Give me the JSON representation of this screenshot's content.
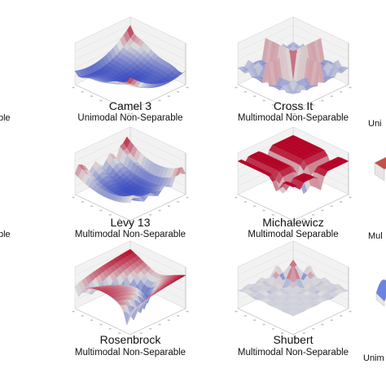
{
  "cells": [
    {
      "title": "Camel 3",
      "subtitle": "Unimodal Non-Separable",
      "surface": "camel3"
    },
    {
      "title": "Cross It",
      "subtitle": "Multimodal Non-Separable",
      "surface": "crossit"
    },
    {
      "title": "Levy 13",
      "subtitle": "Multimodal Non-Separable",
      "surface": "levy13"
    },
    {
      "title": "Michalewicz",
      "subtitle": "Multimodal Separable",
      "surface": "michalewicz"
    },
    {
      "title": "Rosenbrock",
      "subtitle": "Multimodal Non-Separable",
      "surface": "rosenbrock"
    },
    {
      "title": "Shubert",
      "subtitle": "Multimodal Non-Separable",
      "surface": "shubert"
    }
  ],
  "edge_fragments": {
    "left": [
      "ble",
      "ble"
    ],
    "right": [
      "Uni",
      "Mul",
      "Unim"
    ]
  },
  "colors": {
    "low": "#3b4cc0",
    "mid": "#dddddd",
    "high": "#b40426"
  }
}
